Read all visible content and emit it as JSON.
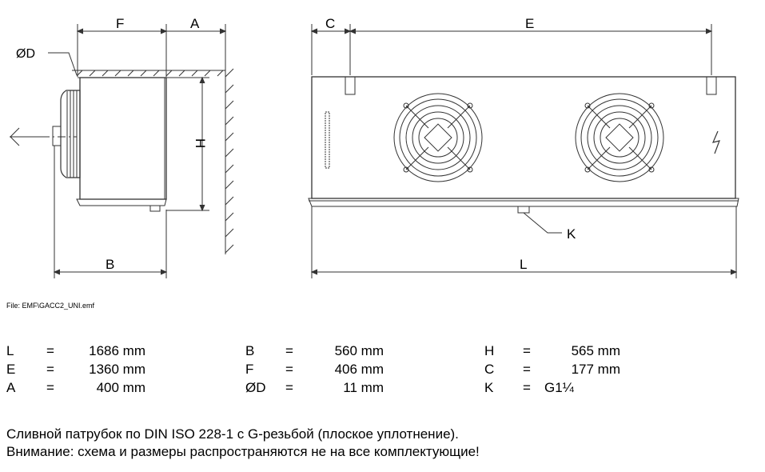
{
  "labels": {
    "F": "F",
    "A": "A",
    "C": "C",
    "E": "E",
    "OD": "ØD",
    "H": "H",
    "B": "B",
    "K": "K",
    "L": "L"
  },
  "file_note": "File: EMF\\GACC2_UNI.emf",
  "dimensions": [
    [
      {
        "name": "L",
        "eq": "=",
        "value": "1686 mm"
      },
      {
        "name": "B",
        "eq": "=",
        "value": "560 mm"
      },
      {
        "name": "H",
        "eq": "=",
        "value": "565 mm"
      }
    ],
    [
      {
        "name": "E",
        "eq": "=",
        "value": "1360 mm"
      },
      {
        "name": "F",
        "eq": "=",
        "value": "406 mm"
      },
      {
        "name": "C",
        "eq": "=",
        "value": "177 mm"
      }
    ],
    [
      {
        "name": "A",
        "eq": "=",
        "value": "400 mm"
      },
      {
        "name": "ØD",
        "eq": "=",
        "value": "11 mm"
      },
      {
        "name": "K",
        "eq": "=",
        "value": "G1¼"
      }
    ]
  ],
  "notes": [
    "Сливной патрубок по DIN ISO 228-1 с G-резьбой (плоское уплотнение).",
    "Внимание: схема и размеры распространяются не на все комплектующие!"
  ]
}
